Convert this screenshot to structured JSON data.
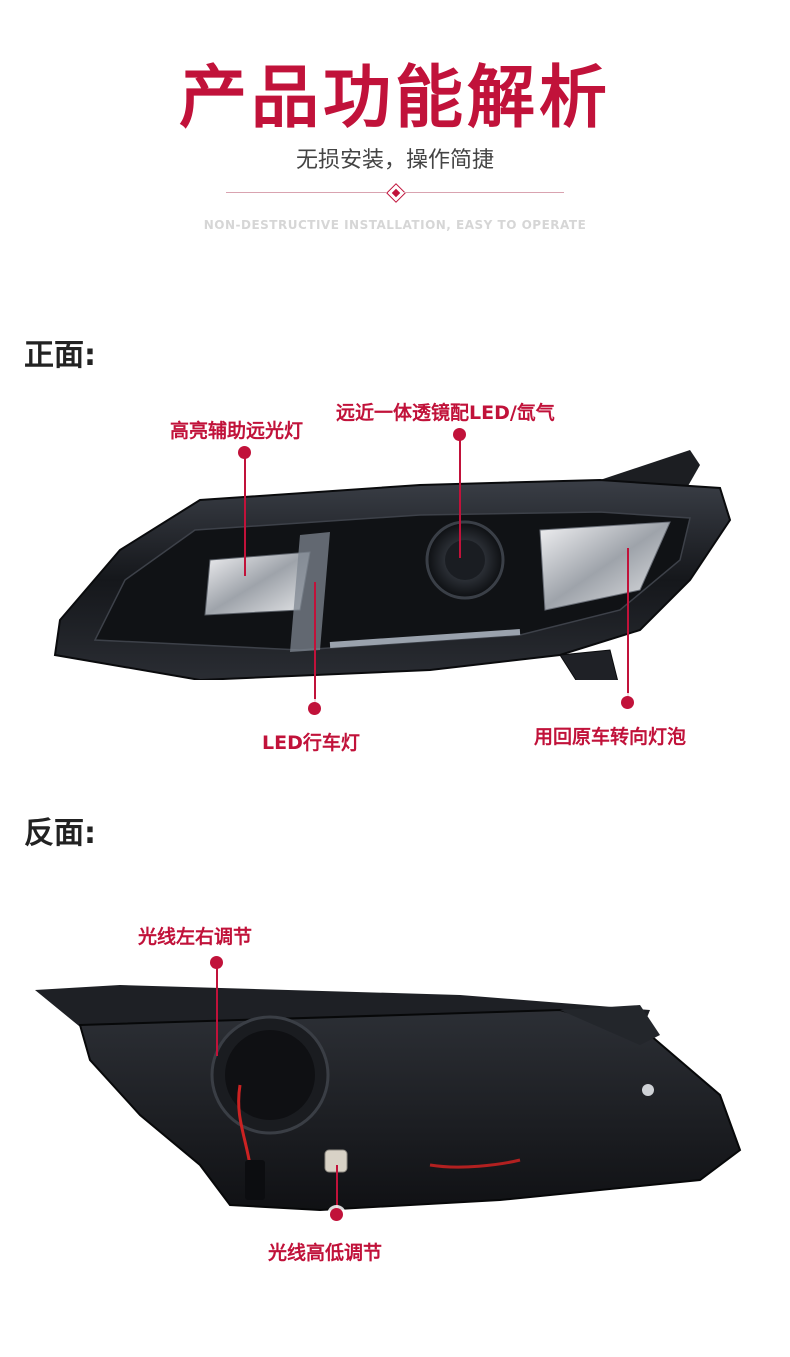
{
  "header": {
    "title": "产品功能解析",
    "subtitle": "无损安装，操作简捷",
    "subtitle_en": "NON-DESTRUCTIVE INSTALLATION, EASY TO OPERATE"
  },
  "front": {
    "heading": "正面:",
    "callouts": {
      "high_beam": "高亮辅助远光灯",
      "lens": "远近一体透镜配LED/氙气",
      "drl": "LED行车灯",
      "turn_signal": "用回原车转向灯泡"
    }
  },
  "back": {
    "heading": "反面:",
    "callouts": {
      "lr_adjust": "光线左右调节",
      "hl_adjust": "光线高低调节"
    }
  },
  "colors": {
    "accent": "#c1123a",
    "housing": "#1b1d22",
    "text": "#222222"
  }
}
